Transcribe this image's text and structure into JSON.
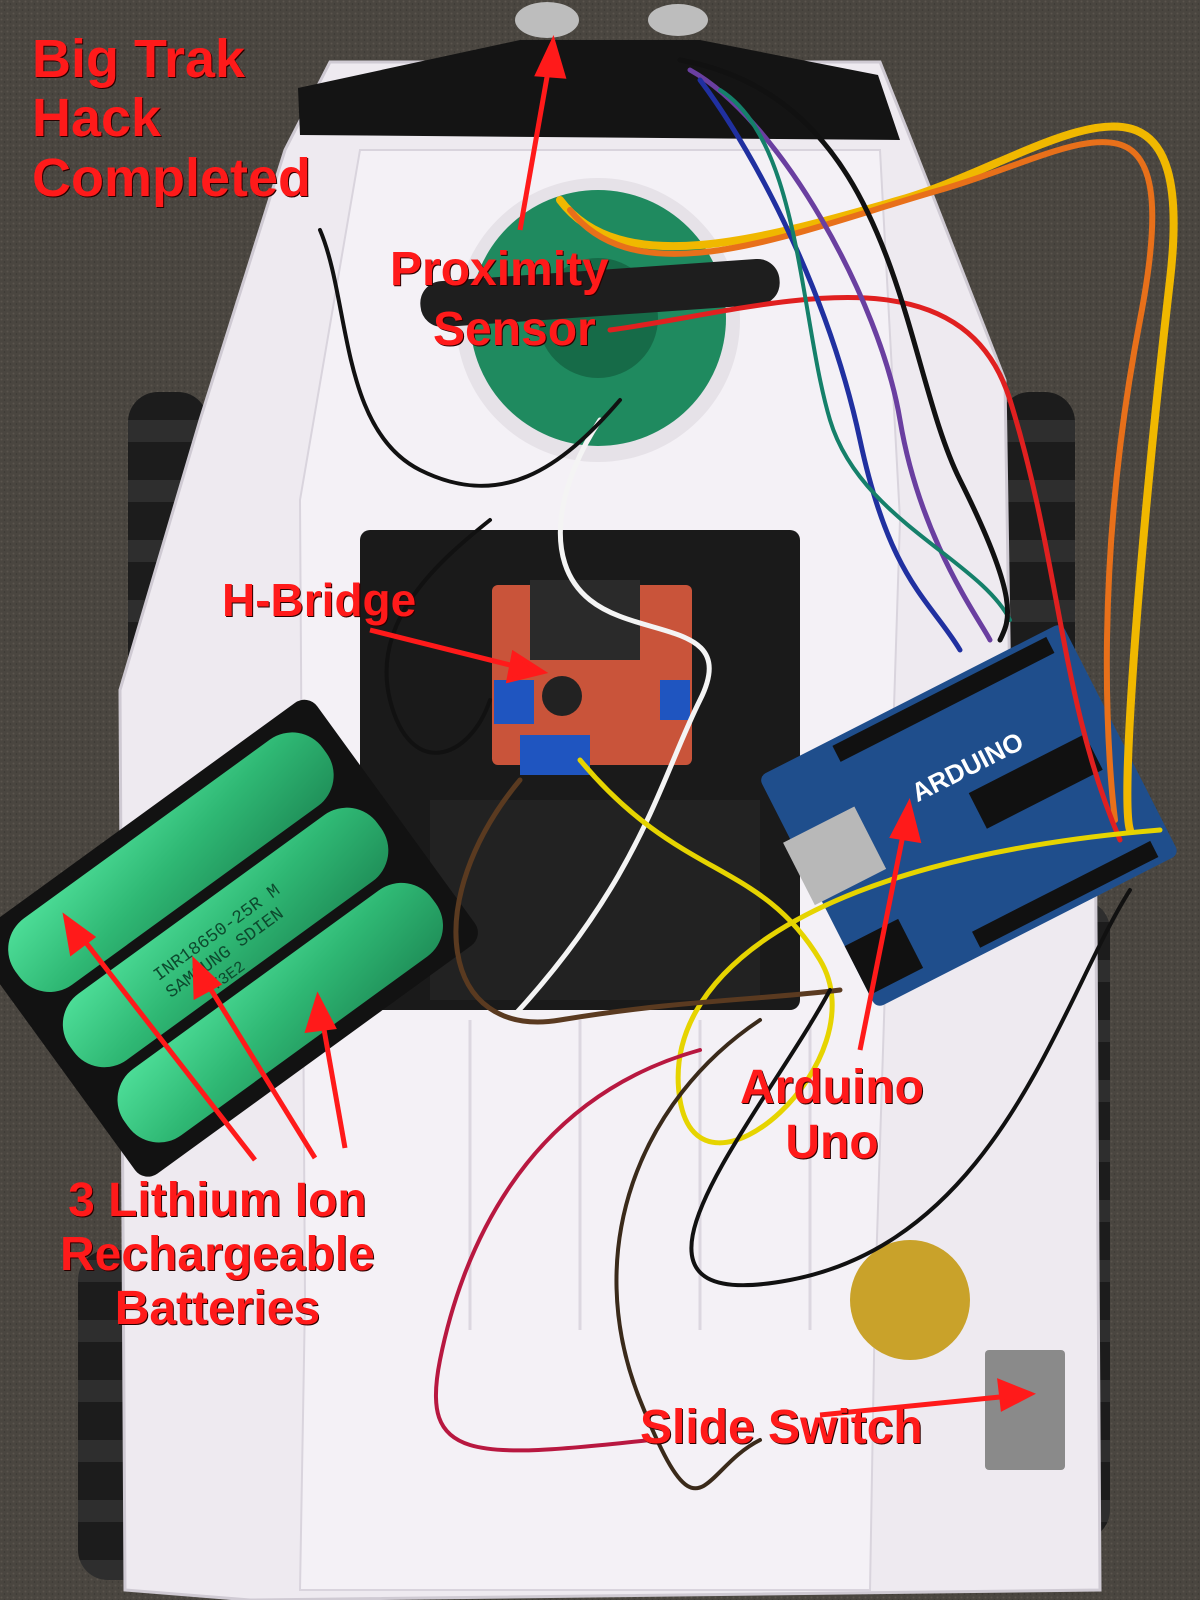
{
  "image": {
    "description_labels": {
      "title": [
        "Big Trak",
        "Hack",
        "Completed"
      ],
      "proximity_sensor": [
        "Proximity",
        "Sensor"
      ],
      "h_bridge": "H-Bridge",
      "arduino": [
        "Arduino",
        "Uno"
      ],
      "batteries": [
        "3 Lithium Ion",
        "Rechargeable",
        "Batteries"
      ],
      "slide_switch": "Slide Switch"
    },
    "battery_text": [
      "INR18650-25R M",
      "SAMSUNG SDIEN",
      "T3E2"
    ],
    "board_text": "ARDUINO"
  },
  "colors": {
    "label": "#ff1a1a",
    "carpet": "#4a4640",
    "chassis": "#eeeaf0",
    "battery": "#3fd08a",
    "arduino_board": "#1f4e8c",
    "hbridge_board": "#c9543a"
  }
}
